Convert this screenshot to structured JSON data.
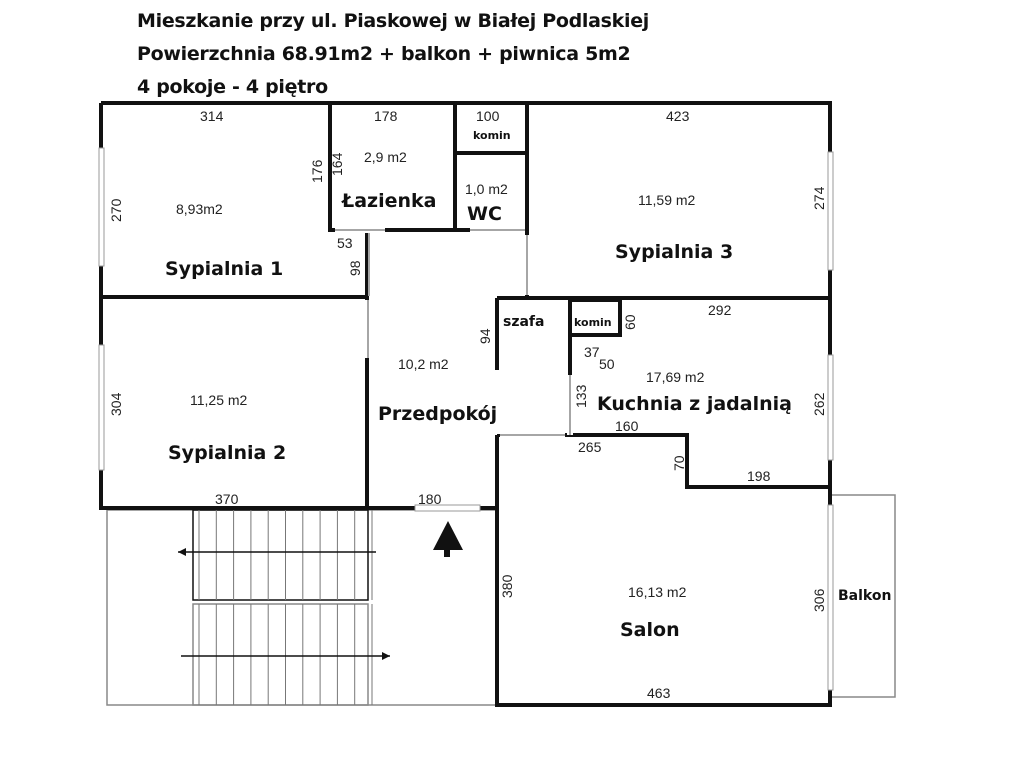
{
  "header": {
    "line1": "Mieszkanie przy ul. Piaskowej w Białej Podlaskiej",
    "line2": "Powierzchnia 68.91m2 + balkon + piwnica 5m2",
    "line3": "4 pokoje - 4 piętro"
  },
  "rooms": {
    "sypialnia1": {
      "name": "Sypialnia 1",
      "area": "8,93m2"
    },
    "sypialnia2": {
      "name": "Sypialnia 2",
      "area": "11,25 m2"
    },
    "sypialnia3": {
      "name": "Sypialnia 3",
      "area": "11,59 m2"
    },
    "lazienka": {
      "name": "Łazienka",
      "area": "2,9 m2"
    },
    "wc": {
      "name": "WC",
      "area": "1,0 m2"
    },
    "przedpokoj": {
      "name": "Przedpokój",
      "area": "10,2 m2"
    },
    "kuchnia": {
      "name": "Kuchnia z jadalnią",
      "area": "17,69 m2"
    },
    "salon": {
      "name": "Salon",
      "area": "16,13 m2"
    },
    "szafa": {
      "name": "szafa"
    },
    "komin1": {
      "name": "komin"
    },
    "komin2": {
      "name": "komin"
    },
    "balkon": {
      "name": "Balkon"
    }
  },
  "dimensions": {
    "d314": "314",
    "d178": "178",
    "d100": "100",
    "d423": "423",
    "d270": "270",
    "d176": "176",
    "d164": "164",
    "d274": "274",
    "d53": "53",
    "d98": "98",
    "d94": "94",
    "d60": "60",
    "d292": "292",
    "d37": "37",
    "d50": "50",
    "d304": "304",
    "d133": "133",
    "d262": "262",
    "d160": "160",
    "d265": "265",
    "d70": "70",
    "d198": "198",
    "d370": "370",
    "d180": "180",
    "d380": "380",
    "d306": "306",
    "d463": "463"
  }
}
